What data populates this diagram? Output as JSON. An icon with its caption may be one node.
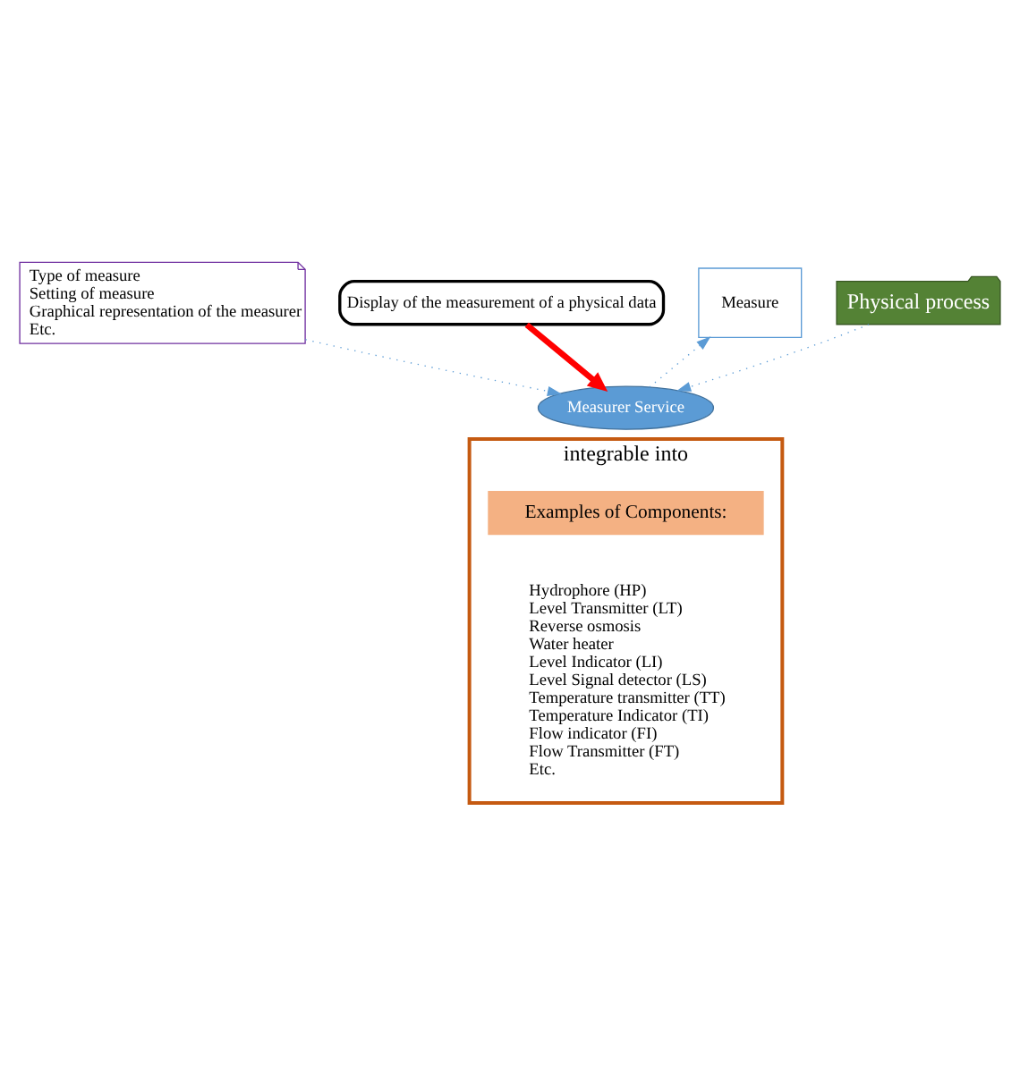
{
  "diagram": {
    "nodes": [
      {
        "text": [
          "Type of measure",
          "Setting of measure",
          "Graphical representation of the measurer",
          "Etc."
        ]
      },
      {
        "text": [
          "Display of the measurement of a physical data"
        ]
      },
      {
        "text": [
          "Measure"
        ]
      },
      {
        "text": [
          "Measurer Service"
        ]
      },
      {
        "text": [
          "Physical process"
        ]
      },
      {
        "text": [
          "integrable into"
        ]
      },
      {
        "text": [
          "Examples of Components:"
        ],
        "in": 5
      }
    ],
    "edges": [
      {
        "from": 0,
        "to": 3,
        "arrow": "to",
        "style": "dashed"
      },
      {
        "from": 1,
        "to": 3,
        "arrow": "to",
        "style": "thick",
        "color": "#ff0000"
      },
      {
        "from": 3,
        "to": 2,
        "arrow": "to",
        "style": "dashed"
      },
      {
        "from": 4,
        "to": 3,
        "arrow": "to",
        "style": "dashed"
      }
    ],
    "labels": [
      "Hydrophore (HP)",
      "Level Transmitter (LT)",
      "Reverse osmosis",
      "Water heater",
      "Level Indicator (LI)",
      "Level Signal detector (LS)",
      "Temperature transmitter (TT)",
      "Temperature Indicator (TI)",
      "Flow indicator (FI)",
      "Flow Transmitter (FT)",
      "Etc."
    ]
  }
}
